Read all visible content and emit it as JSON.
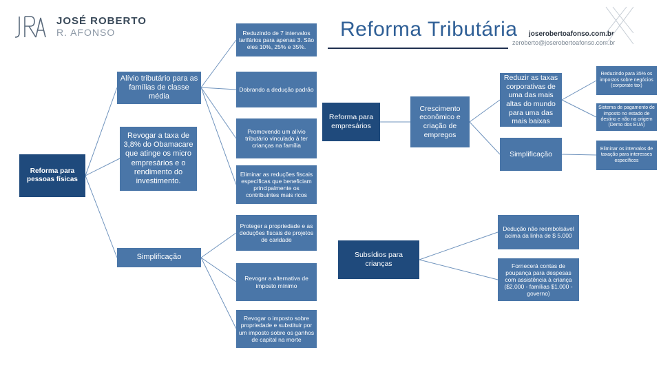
{
  "header": {
    "title": "Reforma Tributária",
    "logo_name_line1": "JOSÉ ROBERTO",
    "logo_name_line2": "R. AFONSO",
    "logo_monogram": "JRA",
    "website": "joserobertoafonso.com.br",
    "email": "zeroberto@joserobertoafonso.com.br"
  },
  "diagram": {
    "pessoas_fisicas": {
      "label": "Reforma para pessoas físicas",
      "alivio": {
        "label": "Alívio tributário para as famílias de classe média",
        "children": [
          "Reduzindo de 7 intervalos tarifários para apenas 3. São eles 10%, 25% e 35%.",
          "Dobrando a dedução padrão",
          "Promovendo um alívio tributário vinculado à ter crianças na família",
          "Eliminar as reduções fiscais específicas que beneficiam principalmente os contribuintes mais ricos"
        ]
      },
      "revogar_obamacare": "Revogar a taxa de 3,8% do Obamacare que atinge os micro empresários e o rendimento do investimento.",
      "simplificacao": {
        "label": "Simplificação",
        "children": [
          "Proteger a propriedade e as deduções fiscais de projetos de caridade",
          "Revogar a alternativa de imposto mínimo",
          "Revogar o imposto sobre propriedade e substituir por um imposto sobre os ganhos de capital na morte"
        ]
      }
    },
    "empresarios": {
      "label": "Reforma para empresários",
      "crescimento": {
        "label": "Crescimento econômico e criação de empregos",
        "reduzir": {
          "label": "Reduzir as taxas corporativas de uma das mais altas do mundo para uma das mais baixas",
          "children": [
            "Reduzindo para 35% os impostos sobre negócios (corporate tax)",
            "Sistema de pagamento de imposto no estado de destino e não na origem (Demo dos EUA)"
          ]
        },
        "simplificacao": {
          "label": "Simplificação",
          "children": [
            "Eliminar os intervalos de taxação para interesses específicos"
          ]
        }
      }
    },
    "subsidios": {
      "label": "Subsídios para crianças",
      "children": [
        "Dedução não reembolsável acima da linha de $ 5.000",
        "Fornecerá contas de poupança para despesas com assistência à criança ($2.000 - famílias $1.000 - governo)"
      ]
    }
  }
}
